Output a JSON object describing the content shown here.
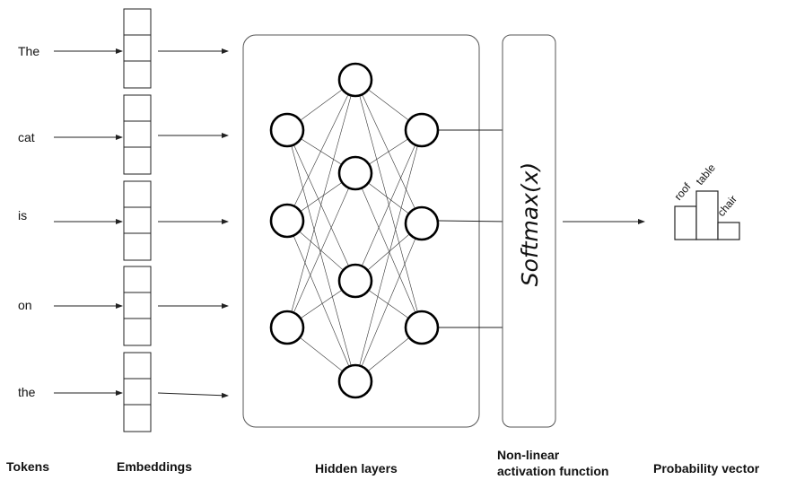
{
  "tokens": [
    "The",
    "cat",
    "is",
    "on",
    "the"
  ],
  "softmax_label": "Softmax(x)",
  "footer": {
    "tokens": "Tokens",
    "embeddings": "Embeddings",
    "hidden_layers": "Hidden layers",
    "activation_line1": "Non-linear",
    "activation_line2": "activation function",
    "probability": "Probability vector"
  },
  "probability_vector": {
    "labels": [
      "roof",
      "table",
      "chair"
    ],
    "values": [
      0.37,
      0.54,
      0.19
    ]
  },
  "network": {
    "layer_sizes": [
      3,
      4,
      3
    ]
  }
}
